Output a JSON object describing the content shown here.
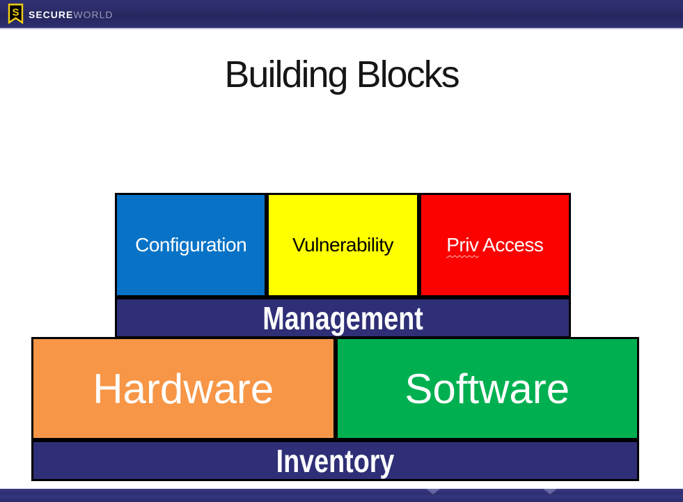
{
  "header": {
    "logo_letter": "S",
    "brand_bold": "SECURE",
    "brand_light": "WORLD"
  },
  "slide": {
    "title": "Building Blocks",
    "blocks": {
      "configuration": "Configuration",
      "vulnerability": "Vulnerability",
      "priv_access_word1": "Priv",
      "priv_access_word2": " Access",
      "management": "Management",
      "hardware": "Hardware",
      "software": "Software",
      "inventory": "Inventory"
    },
    "colors": {
      "header_navy": "#2B2C68",
      "bar_navy": "#2E2F76",
      "blue": "#0873C6",
      "yellow": "#FFFF00",
      "red": "#FB0100",
      "orange": "#F79646",
      "green": "#00B050",
      "logo_yellow": "#F5D20F",
      "border_black": "#000000"
    }
  }
}
